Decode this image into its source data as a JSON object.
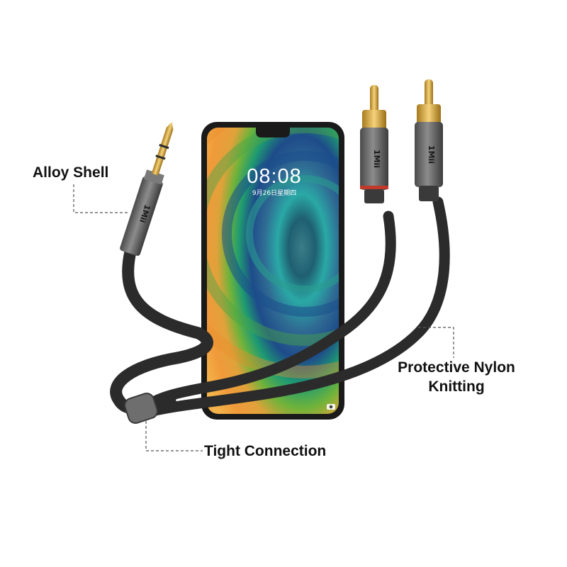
{
  "callouts": {
    "alloy_shell": "Alloy Shell",
    "protective_line1": "Protective Nylon",
    "protective_line2": "Knitting",
    "tight_connection": "Tight Connection"
  },
  "phone": {
    "time": "08:08",
    "date": "9月26日星期四"
  },
  "brand": {
    "logo_text": "1Mii"
  },
  "colors": {
    "background": "#ffffff",
    "text": "#111111",
    "cable": "#2b2b2b",
    "plug_gray": "#6e6e6e",
    "gold": "#d6a83a",
    "red_ring": "#c0392b",
    "leader_line": "#555555"
  }
}
